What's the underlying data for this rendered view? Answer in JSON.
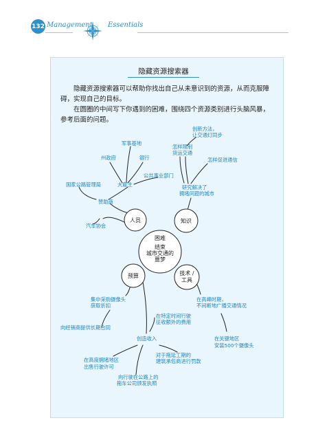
{
  "header": {
    "page_number": "132",
    "title_left": "Management",
    "title_right": "Essentials",
    "compass_icon": "compass-rose-icon"
  },
  "box": {
    "title": "隐藏资源搜索器",
    "paragraphs": [
      "隐藏资源搜索器可以帮助你找出自己从未意识到的资源，从而克服障碍，实现自己的目标。",
      "在圆圈的中间写下你遇到的困难，围绕四个资源类别进行头脑风暴，参考后面的问题。"
    ]
  },
  "mindmap": {
    "center_lines": [
      "困难",
      "结束",
      "城市交通的",
      "噩梦"
    ],
    "people": "人员",
    "knowledge": "知识",
    "budget": "预算",
    "tech_lines": [
      "技术 /",
      "工具"
    ],
    "military_base": "军事基地",
    "state_gov": "州政府",
    "bank": "银行",
    "public_works": "公共事业部门",
    "landlord": "大雇主",
    "highway_admin": "国家公路管理局",
    "sponsor": "赞助商",
    "auto_assoc": "汽车协会",
    "innovate_lines": [
      "创新方法，",
      "让交通灯同步"
    ],
    "limit_lines": [
      "怎样限制",
      "货运交通"
    ],
    "promote": "怎样促进通信",
    "research_lines": [
      "研究解决了",
      "拥堵问题的城市"
    ],
    "buy_cameras_lines": [
      "集中采购摄像头",
      "获取折扣"
    ],
    "long_contract": "向经销商提供长期合同",
    "charge_lines": [
      "在特定时间行驶",
      "征收额外的费用"
    ],
    "create_revenue": "创造收入",
    "rush_hour_lines": [
      "在高峰时期，",
      "不间断地广播交通情况"
    ],
    "install_lines": [
      "在关键地区",
      "安装500个摄像头"
    ],
    "congested_lines": [
      "在高度拥堵地区",
      "出售行驶许可"
    ],
    "fine_lines": [
      "对于拖延工期的",
      "建筑承包商进行罚款"
    ],
    "license_lines": [
      "向行驶在公路上的",
      "拖车公司颁发执照"
    ]
  },
  "colors": {
    "accent": "#2e8fc9",
    "box_bg": "#eaf6fd",
    "label_blue": "#1f86c6"
  }
}
